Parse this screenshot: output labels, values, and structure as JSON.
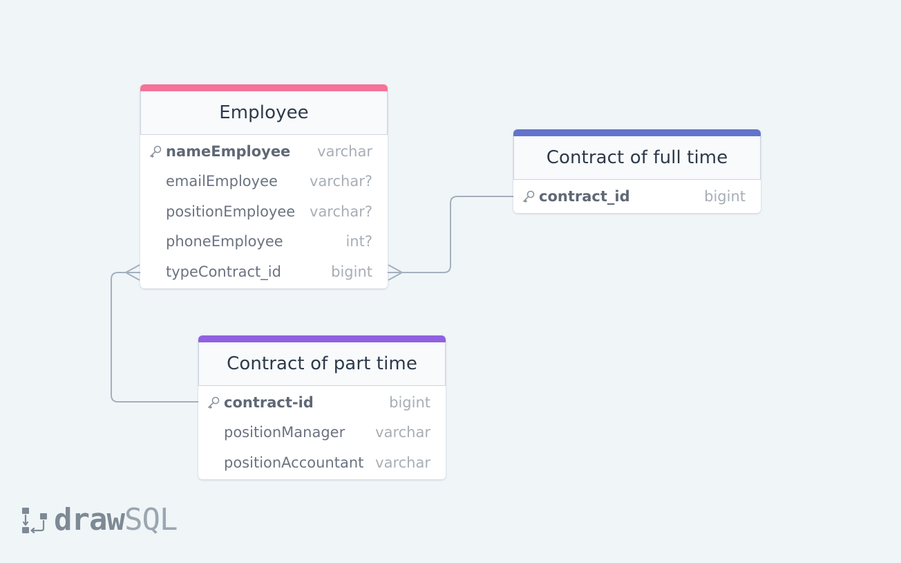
{
  "colors": {
    "background": "#f0f5f8",
    "employee_bar": "#f57397",
    "full_time_bar": "#6373ca",
    "part_time_bar": "#9061e0",
    "connector": "#a4b0bd"
  },
  "tables": {
    "employee": {
      "title": "Employee",
      "fields": [
        {
          "name": "nameEmployee",
          "type": "varchar",
          "primary": true
        },
        {
          "name": "emailEmployee",
          "type": "varchar?",
          "primary": false
        },
        {
          "name": "positionEmployee",
          "type": "varchar?",
          "primary": false
        },
        {
          "name": "phoneEmployee",
          "type": "int?",
          "primary": false
        },
        {
          "name": "typeContract_id",
          "type": "bigint",
          "primary": false
        }
      ]
    },
    "full_time": {
      "title": "Contract of full time",
      "fields": [
        {
          "name": "contract_id",
          "type": "bigint",
          "primary": true
        }
      ]
    },
    "part_time": {
      "title": "Contract of part time",
      "fields": [
        {
          "name": "contract-id",
          "type": "bigint",
          "primary": true
        },
        {
          "name": "positionManager",
          "type": "varchar",
          "primary": false
        },
        {
          "name": "positionAccountant",
          "type": "varchar",
          "primary": false
        }
      ]
    }
  },
  "relationships": [
    {
      "from": "employee.typeContract_id",
      "to": "full_time.contract_id",
      "from_cardinality": "many",
      "to_cardinality": "one"
    },
    {
      "from": "employee.typeContract_id",
      "to": "part_time.contract-id",
      "from_cardinality": "many",
      "to_cardinality": "one"
    }
  ],
  "logo": {
    "part1": "draw",
    "part2": "SQL"
  }
}
